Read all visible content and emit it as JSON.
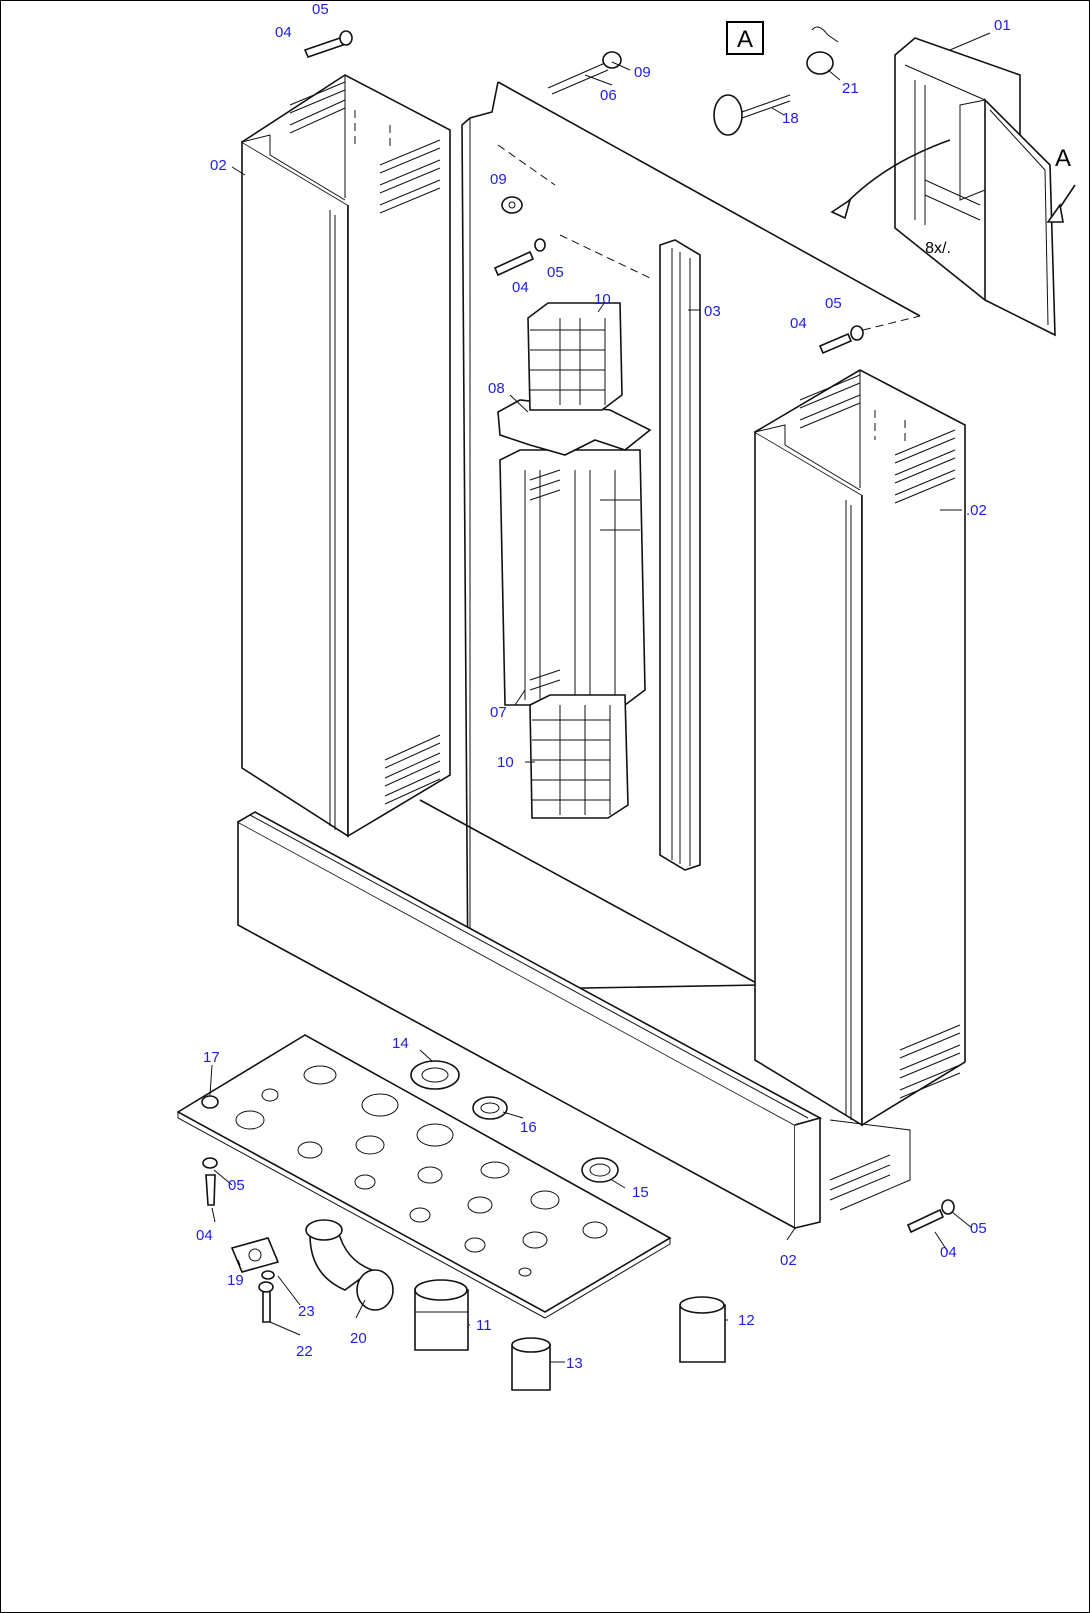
{
  "diagram": {
    "view_marker": "A",
    "view_arrow_label": "A",
    "quantity_note": "8x/.",
    "callouts": {
      "c01": "01",
      "c02a": "02",
      "c02b": ".02",
      "c02c": "02",
      "c03": "03",
      "c04a": "04",
      "c04b": "04",
      "c04c": "04",
      "c04d": "04",
      "c04e": "04",
      "c05a": "05",
      "c05b": "05",
      "c05c": "05",
      "c05d": "05",
      "c05e": "05",
      "c06": "06",
      "c07": "07",
      "c08": "08",
      "c09a": "09",
      "c09b": "09",
      "c10a": "10",
      "c10b": "10",
      "c11": "11",
      "c12": "12",
      "c13": "13",
      "c14": "14",
      "c15": "15",
      "c16": "16",
      "c17": "17",
      "c18": "18",
      "c19": "19",
      "c20": "20",
      "c21": "21",
      "c22": "22",
      "c23": "23"
    }
  }
}
